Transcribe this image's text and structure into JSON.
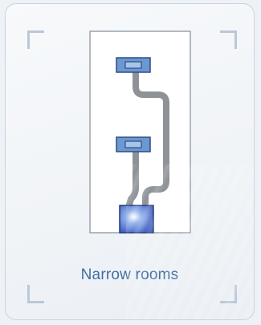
{
  "card": {
    "caption": "Narrow rooms"
  },
  "colors": {
    "accent": "#3e6fa1",
    "device_fill": "#6b97d3",
    "device_stroke": "#2d4f80",
    "cable": "#8e9297",
    "room_border": "#9ba3ad",
    "bracket": "#b9c8d8"
  },
  "diagram": {
    "devices": [
      "wall-panel-top",
      "wall-panel-middle",
      "base-unit"
    ]
  }
}
